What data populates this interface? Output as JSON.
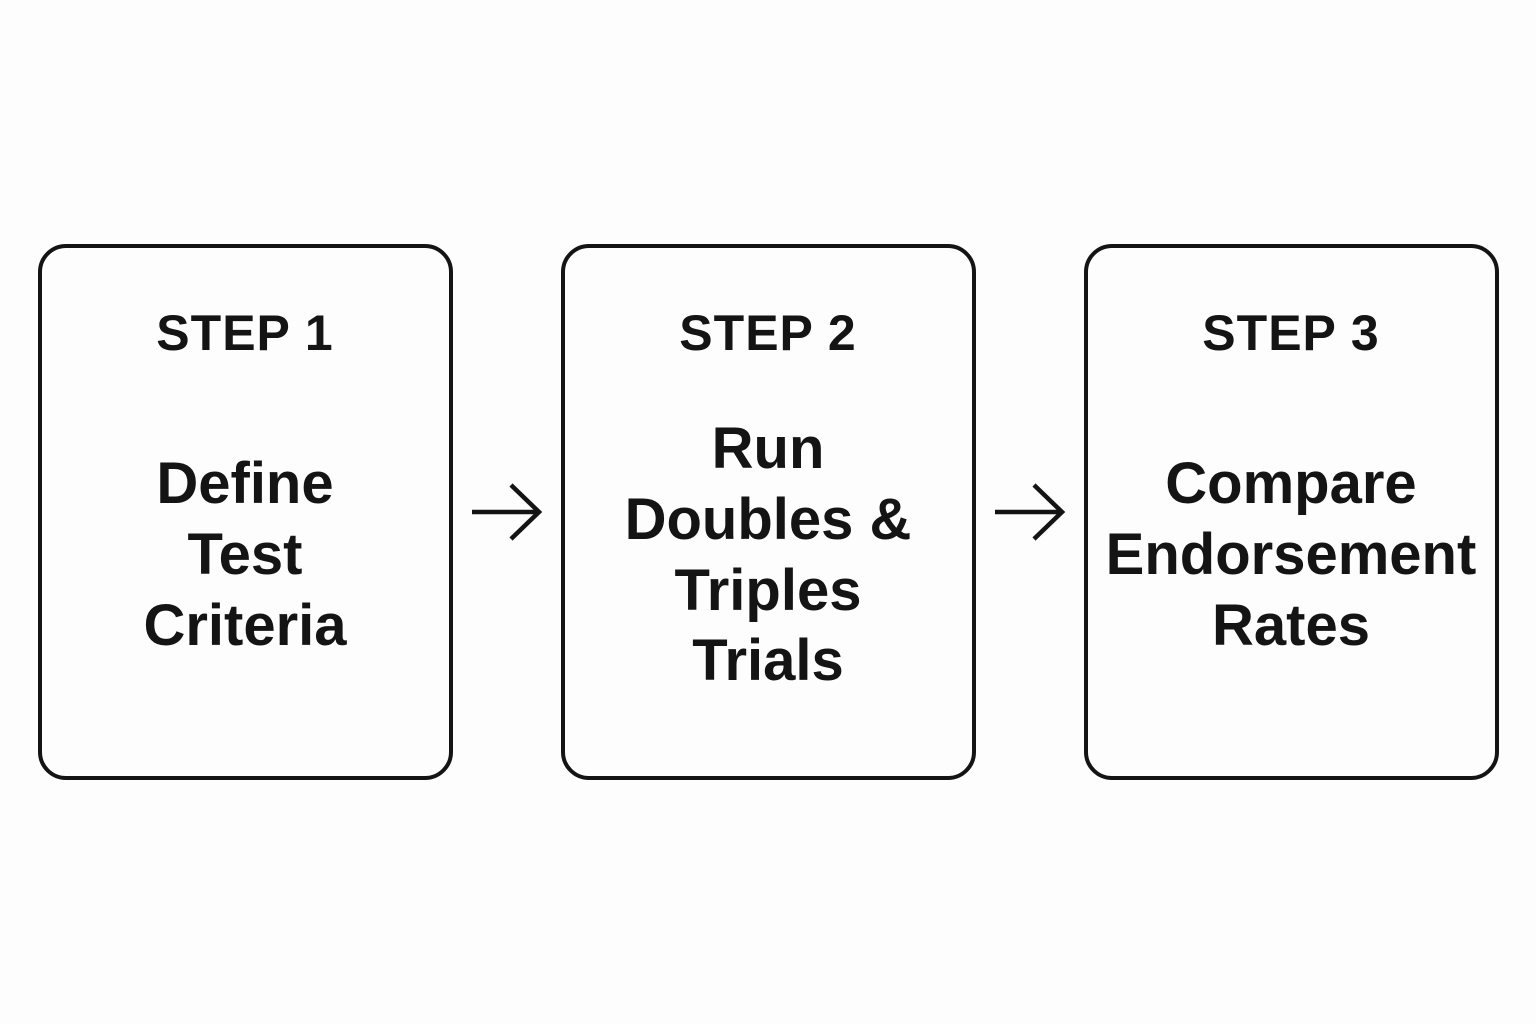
{
  "diagram": {
    "background": "#fdfdfd",
    "ink_color": "#141414",
    "connector": "right-arrow",
    "steps": [
      {
        "label": "STEP 1",
        "title": "Define\nTest\nCriteria"
      },
      {
        "label": "STEP 2",
        "title": "Run\nDoubles &\nTriples\nTrials"
      },
      {
        "label": "STEP 3",
        "title": "Compare\nEndorsement\nRates"
      }
    ]
  }
}
